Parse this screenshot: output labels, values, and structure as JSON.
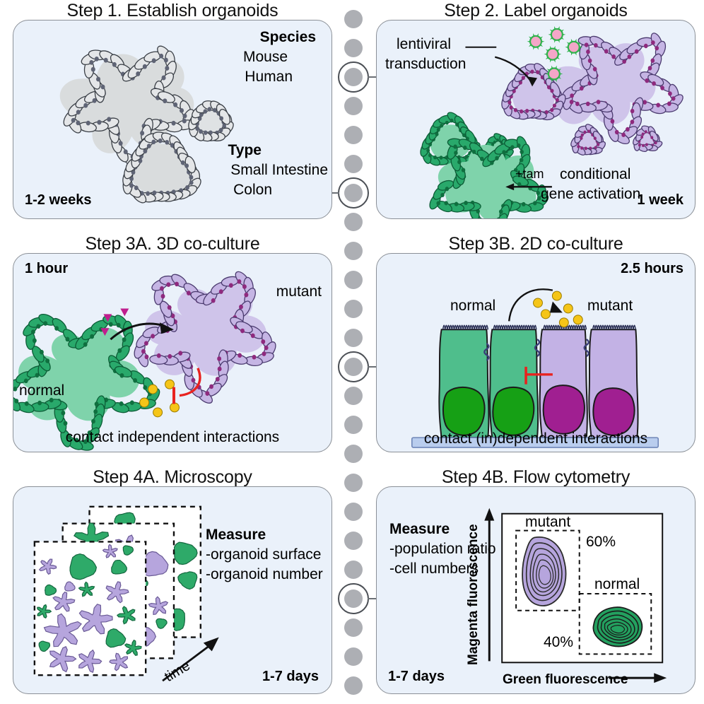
{
  "figure": {
    "kind": "scientific-workflow-diagram",
    "colors": {
      "panel_background": "#eaf1fa",
      "panel_border": "#8b9097",
      "timeline_dot": "#adafb4",
      "timeline_ring": "#4b4f55",
      "organoid_gray_cell": "#e4e6e8",
      "organoid_gray_lumen": "#d9dcdd",
      "organoid_gray_nucleus": "#5f6475",
      "green_cell": "#29a96b",
      "green_lumen": "#7fd3ab",
      "green_nucleus": "#0f6f3f",
      "purple_cell": "#c5b5e4",
      "purple_lumen": "#cfc4ea",
      "purple_nucleus": "#8e2a7e",
      "magenta_nucleus": "#a01f91",
      "green_cell_body": "#4fbe8c",
      "green_cell_nucleus": "#16a015",
      "yellow_signal": "#f5c518",
      "magenta_signal": "#c01e8e",
      "red_inhibit": "#e8231f",
      "virus_core": "#f4a6c8",
      "virus_envelope": "#2fb24c",
      "substrate": "#b9cdee"
    }
  },
  "panels": [
    {
      "id": "step1",
      "title": "Step 1. Establish organoids",
      "duration": "1-2 weeks",
      "labels": [
        {
          "name": "species-heading",
          "text": "Species",
          "bold": true
        },
        {
          "name": "species-option-mouse",
          "text": "Mouse",
          "bold": false
        },
        {
          "name": "species-option-human",
          "text": "Human",
          "bold": false
        },
        {
          "name": "type-heading",
          "text": "Type",
          "bold": true
        },
        {
          "name": "type-option-small-intestine",
          "text": "Small Intestine",
          "bold": false
        },
        {
          "name": "type-option-colon",
          "text": "Colon",
          "bold": false
        }
      ]
    },
    {
      "id": "step2",
      "title": "Step 2. Label organoids",
      "duration": "1 week",
      "labels": [
        {
          "name": "lentiviral-label-line1",
          "text": "lentiviral",
          "bold": false
        },
        {
          "name": "lentiviral-label-line2",
          "text": "transduction",
          "bold": false
        },
        {
          "name": "tamoxifen-label",
          "text": "+tam",
          "bold": false
        },
        {
          "name": "conditional-label-line1",
          "text": "conditional",
          "bold": false
        },
        {
          "name": "conditional-label-line2",
          "text": "gene activation",
          "bold": false
        }
      ]
    },
    {
      "id": "step3a",
      "title": "Step 3A. 3D co-culture",
      "duration": "1 hour",
      "labels": [
        {
          "name": "mutant-organoid-label",
          "text": "mutant",
          "bold": false
        },
        {
          "name": "normal-organoid-label",
          "text": "normal",
          "bold": false
        },
        {
          "name": "caption",
          "text": "contact independent interactions",
          "bold": false
        }
      ]
    },
    {
      "id": "step3b",
      "title": "Step 3B. 2D co-culture",
      "duration": "2.5 hours",
      "labels": [
        {
          "name": "normal-cells-label",
          "text": "normal",
          "bold": false
        },
        {
          "name": "mutant-cells-label",
          "text": "mutant",
          "bold": false
        },
        {
          "name": "caption",
          "text": "contact (in)dependent interactions",
          "bold": false
        }
      ]
    },
    {
      "id": "step4a",
      "title": "Step 4A. Microscopy",
      "duration": "1-7 days",
      "labels": [
        {
          "name": "measure-heading",
          "text": "Measure",
          "bold": true
        },
        {
          "name": "measure-item-surface",
          "text": "-organoid surface",
          "bold": false
        },
        {
          "name": "measure-item-number",
          "text": "-organoid number",
          "bold": false
        },
        {
          "name": "time-axis-label",
          "text": "time",
          "bold": false
        }
      ]
    },
    {
      "id": "step4b",
      "title": "Step 4B. Flow cytometry",
      "duration": "1-7 days",
      "labels": [
        {
          "name": "measure-heading",
          "text": "Measure",
          "bold": true
        },
        {
          "name": "measure-item-ratio",
          "text": "-population ratio",
          "bold": false
        },
        {
          "name": "measure-item-cells",
          "text": "-cell numbers",
          "bold": false
        }
      ],
      "chart": {
        "type": "scatter",
        "xlabel": "Green fluorescence",
        "ylabel": "Magenta fluorescence",
        "gates": [
          {
            "name": "mutant",
            "label": "mutant",
            "percent": "60%",
            "color": "#b6a5dd"
          },
          {
            "name": "normal",
            "label": "normal",
            "percent": "40%",
            "color": "#23a05f"
          }
        ]
      }
    }
  ],
  "chart_data": {
    "type": "scatter",
    "title": "Step 4B. Flow cytometry",
    "xlabel": "Green fluorescence",
    "ylabel": "Magenta fluorescence",
    "xlim": [
      0,
      100
    ],
    "ylim": [
      0,
      100
    ],
    "grid": false,
    "legend": "none",
    "series": [
      {
        "name": "mutant",
        "label": "mutant",
        "percent": 60,
        "color": "#b6a5dd",
        "center": [
          22,
          72
        ],
        "gate": [
          10,
          52,
          42,
          94
        ]
      },
      {
        "name": "normal",
        "label": "normal",
        "percent": 40,
        "color": "#23a05f",
        "center": [
          72,
          22
        ],
        "gate": [
          55,
          5,
          95,
          42
        ]
      }
    ],
    "annotations": [
      "mutant",
      "60%",
      "normal",
      "40%"
    ]
  },
  "timeline": {
    "name": "process-timeline",
    "dot_count": 24,
    "dot_spacing": 41,
    "first_dot_y": 14,
    "highlighted_indices": [
      2,
      6,
      12,
      20
    ],
    "connector_sides": [
      "right",
      "left",
      "right",
      "right"
    ]
  }
}
